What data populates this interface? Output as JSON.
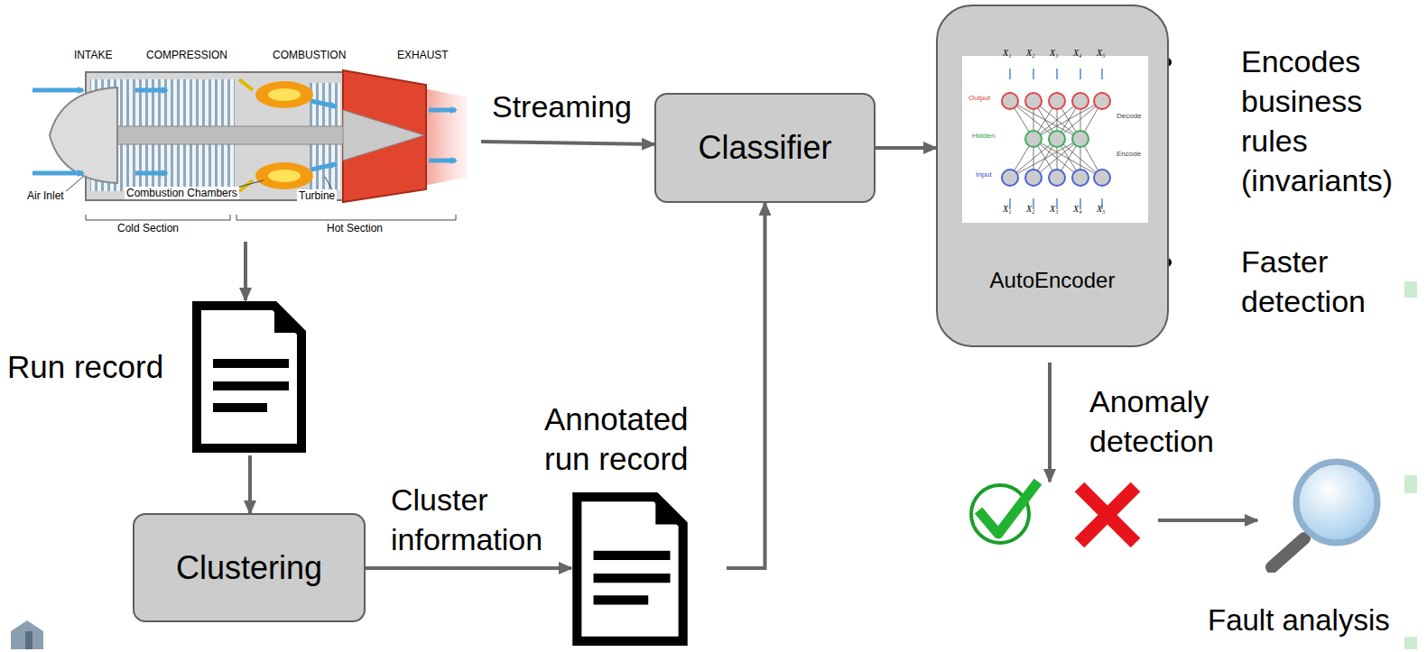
{
  "diagram": {
    "nodes": [
      {
        "text": [
          "INTAKE",
          "COMPRESSION",
          "COMBUSTION",
          "EXHAUST",
          "Air Inlet",
          "Combustion Chambers",
          "Turbine",
          "Cold Section",
          "Hot Section"
        ]
      },
      {
        "text": [
          "Run record"
        ]
      },
      {
        "text": [
          "Clustering"
        ]
      },
      {
        "text": [
          "Annotated run record"
        ]
      },
      {
        "text": [
          "Classifier"
        ]
      },
      {
        "text": [
          "AutoEncoder"
        ]
      },
      {
        "text": [
          "Fault analysis"
        ]
      }
    ],
    "edges": [
      {
        "from": 0,
        "to": 4,
        "label": "Streaming",
        "arrow": "to"
      },
      {
        "from": 0,
        "to": 1,
        "arrow": "to"
      },
      {
        "from": 1,
        "to": 2,
        "arrow": "to"
      },
      {
        "from": 2,
        "to": 3,
        "label": "Cluster information",
        "arrow": "to"
      },
      {
        "from": 3,
        "to": 4,
        "arrow": "to"
      },
      {
        "from": 4,
        "to": 5,
        "arrow": "to"
      }
    ],
    "labels": [
      "X₁",
      "X₂",
      "X₃",
      "X₄",
      "X₅",
      "Output",
      "Decode",
      "Hidden",
      "Encode",
      "Input",
      "X₁",
      "X₂",
      "X₃",
      "X₄",
      "X₅",
      "Encodes business rules (invariants)",
      "Faster detection",
      "Anomaly detection"
    ]
  }
}
